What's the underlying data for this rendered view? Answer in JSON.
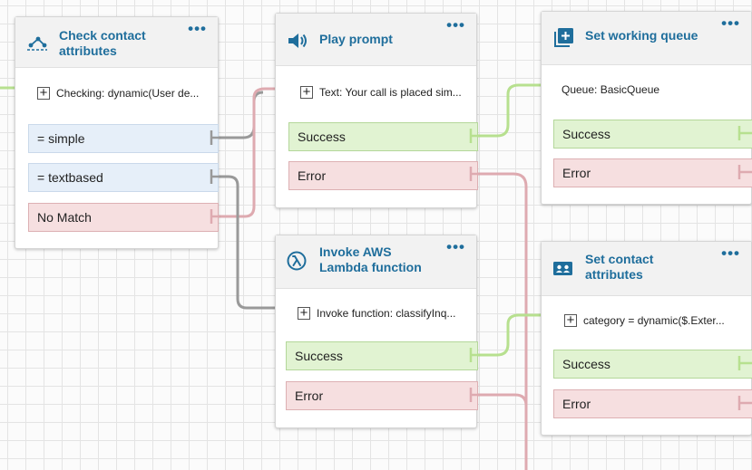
{
  "blocks": {
    "check_contact": {
      "title_line1": "Check contact",
      "title_line2": "attributes",
      "menu": "•••",
      "input_text": "Checking: dynamic(User de...",
      "branches": [
        "= simple",
        "= textbased",
        "No Match"
      ]
    },
    "play_prompt": {
      "title": "Play prompt",
      "menu": "•••",
      "input_text": "Text: Your call is placed sim...",
      "success": "Success",
      "error": "Error"
    },
    "set_queue": {
      "title": "Set working queue",
      "menu": "•••",
      "input_text": "Queue: BasicQueue",
      "success": "Success",
      "error": "Error"
    },
    "invoke_lambda": {
      "title_line1": "Invoke AWS",
      "title_line2": "Lambda function",
      "menu": "•••",
      "input_text": "Invoke function: classifyInq...",
      "success": "Success",
      "error": "Error"
    },
    "set_contact": {
      "title_line1": "Set contact",
      "title_line2": "attributes",
      "menu": "•••",
      "input_text": "category = dynamic($.Exter...",
      "success": "Success",
      "error": "Error"
    }
  },
  "colors": {
    "title": "#1f6e9c",
    "connector_gray": "#999999",
    "connector_green": "#b7e08f",
    "connector_pink": "#deaab0"
  },
  "icons": {
    "check_contact": "branch-icon",
    "play_prompt": "speaker-icon",
    "set_queue": "queue-add-icon",
    "invoke_lambda": "lambda-icon",
    "set_contact": "contact-card-icon"
  }
}
